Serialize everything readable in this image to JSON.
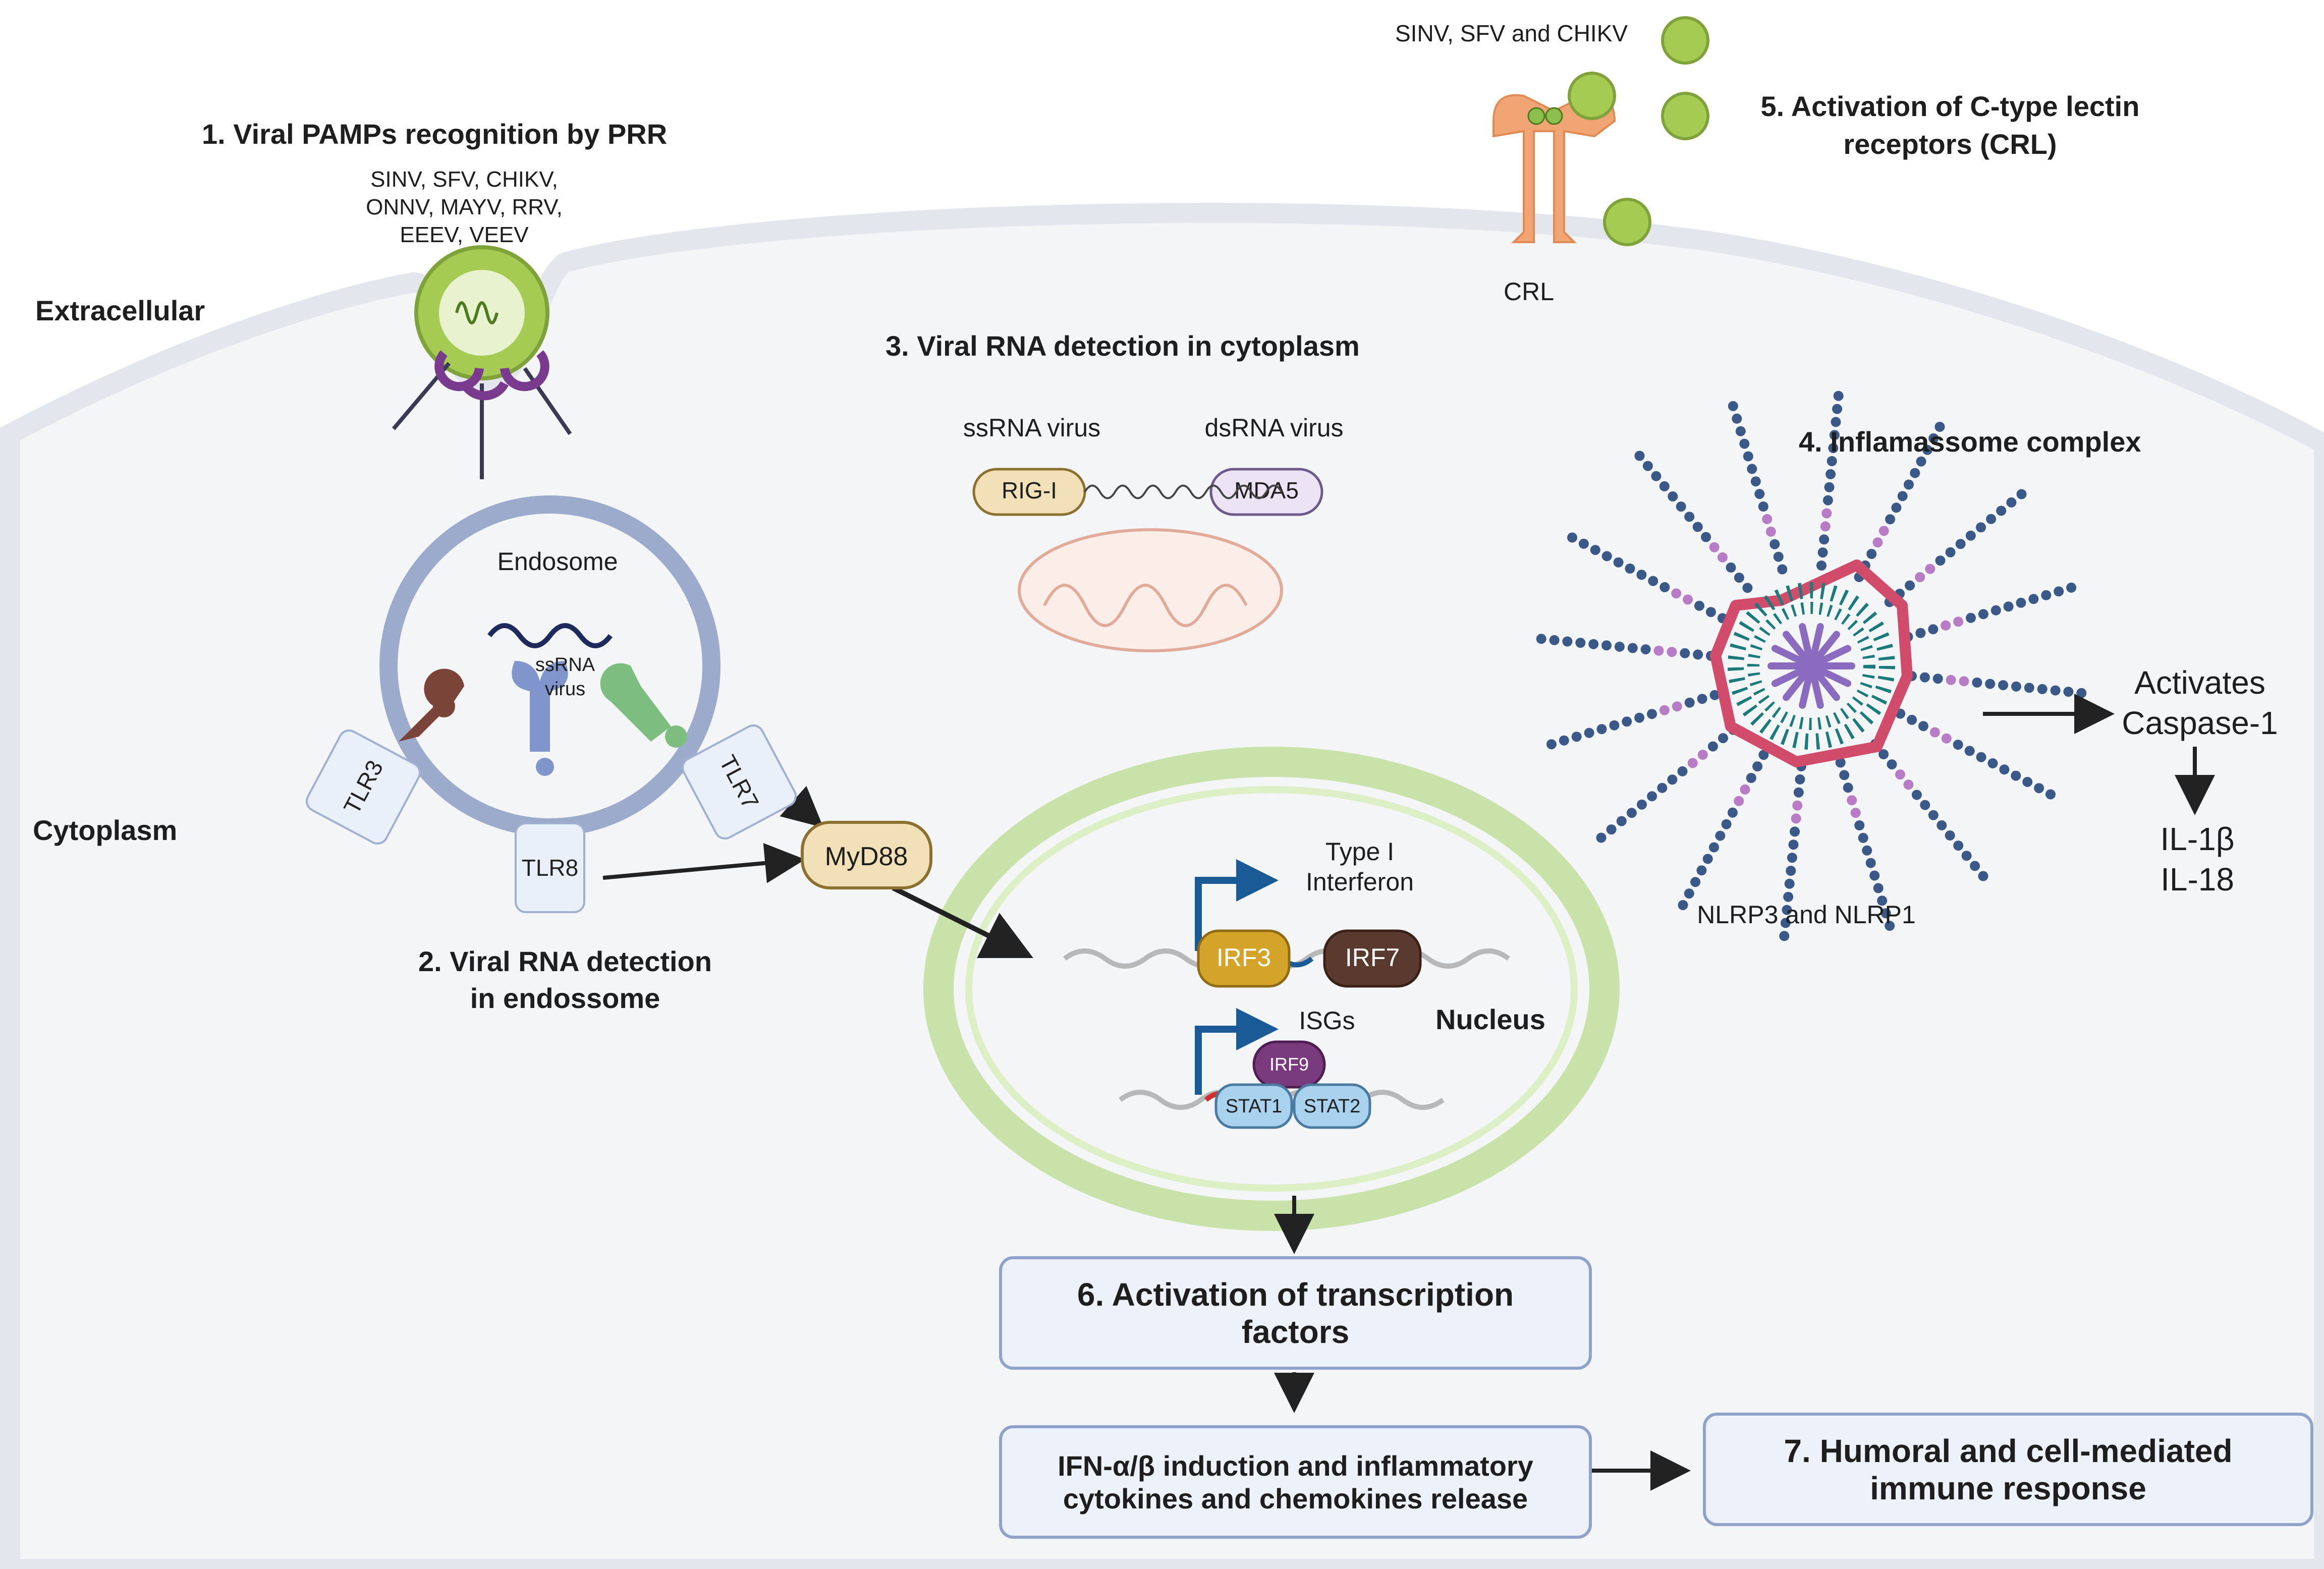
{
  "regions": {
    "extracellular": "Extracellular",
    "cytoplasm": "Cytoplasm",
    "nucleus": "Nucleus"
  },
  "step1": {
    "title": "1.  Viral PAMPs recognition by PRR",
    "viruses": [
      "SINV, SFV, CHIKV,",
      "ONNV, MAYV, RRV,",
      "EEEV, VEEV"
    ]
  },
  "step2": {
    "title": [
      "2. Viral RNA detection",
      "in endossome"
    ],
    "endosome": "Endosome",
    "ssrna": [
      "ssRNA",
      "virus"
    ],
    "tlr3": "TLR3",
    "tlr7": "TLR7",
    "tlr8": "TLR8",
    "myd88": "MyD88"
  },
  "step3": {
    "title": "3. Viral RNA detection in cytoplasm",
    "ssrna_label": "ssRNA virus",
    "dsrna_label": "dsRNA virus",
    "rigi": "RIG-I",
    "mda5": "MDA5"
  },
  "step4": {
    "title": "4. Inflamassome complex",
    "complex_label": "NLRP3 and NLRP1",
    "activates": [
      "Activates",
      "Caspase-1"
    ],
    "cytokines": [
      "IL-1β",
      "IL-18"
    ]
  },
  "step5": {
    "title": [
      "5. Activation of C-type lectin",
      "receptors (CRL)"
    ],
    "viruses": "SINV, SFV and CHIKV",
    "receptor": "CRL"
  },
  "nucleus": {
    "type1_ifn": [
      "Type I",
      "Interferon"
    ],
    "irf3": "IRF3",
    "irf7": "IRF7",
    "isgs": "ISGs",
    "irf9": "IRF9",
    "stat1": "STAT1",
    "stat2": "STAT2"
  },
  "boxes": {
    "step6": "6. Activation of transcription\nfactors",
    "induction": "IFN-α/β induction and inflammatory\ncytokines and chemokines release",
    "step7": "7. Humoral and cell-mediated\nimmune response"
  },
  "colors": {
    "membrane": "#e4e6ee",
    "cytoplasm": "#f4f5f7",
    "nucleus_ring": "#c9e2a9",
    "irf3": "#d4a32a",
    "irf7": "#5a3a2e",
    "irf9": "#7a3a7e",
    "stat": "#a8d2ee",
    "tlr3": "#7a4438",
    "tlr8": "#7f95cc",
    "tlr7": "#7dbd80",
    "crl": "#f2a574",
    "virus": "#a6cb52",
    "inflammasome_spoke": "#3a5888",
    "inflammasome_ring": "#d04c6a",
    "inflammasome_core": "#1a7a7c",
    "inflammasome_center": "#8a6bbf"
  }
}
